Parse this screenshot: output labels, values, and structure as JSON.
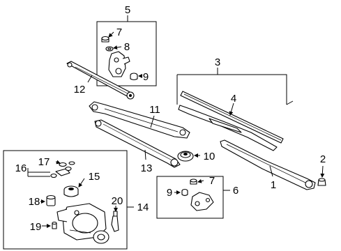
{
  "callouts": {
    "c1": "1",
    "c2": "2",
    "c3": "3",
    "c4": "4",
    "c5": "5",
    "c6": "6",
    "c7": "7",
    "c7b": "7",
    "c8": "8",
    "c9": "9",
    "c9b": "9",
    "c10": "10",
    "c11": "11",
    "c12": "12",
    "c13": "13",
    "c14": "14",
    "c15": "15",
    "c16": "16",
    "c17": "17",
    "c18": "18",
    "c19": "19",
    "c20": "20"
  }
}
